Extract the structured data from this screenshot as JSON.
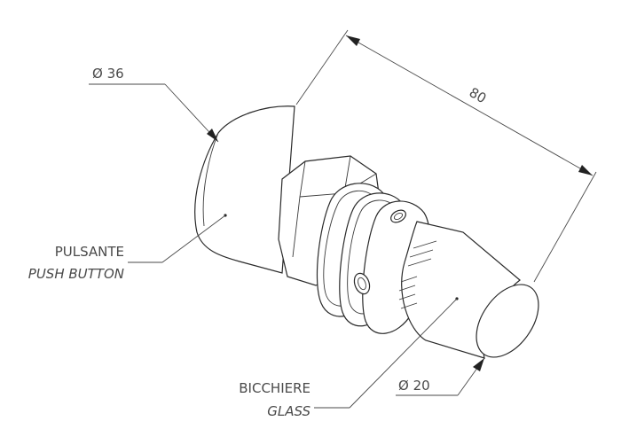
{
  "dimensions": {
    "length": "80",
    "head_diameter": "Ø 36",
    "glass_diameter": "Ø 20"
  },
  "callouts": {
    "push_button": {
      "label_it": "PULSANTE",
      "label_en": "PUSH BUTTON"
    },
    "glass": {
      "label_it": "BICCHIERE",
      "label_en": "GLASS"
    }
  }
}
